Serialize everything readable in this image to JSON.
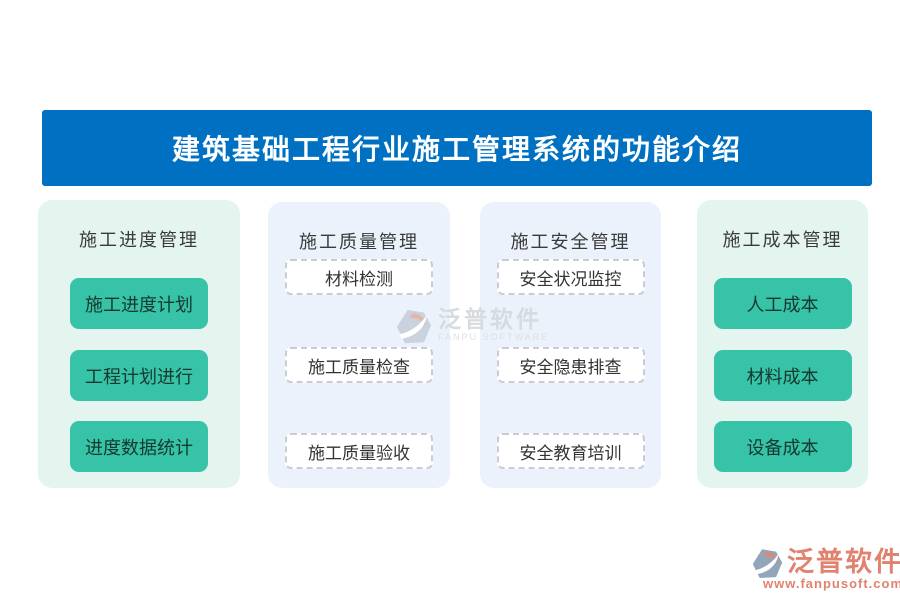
{
  "title": "建筑基础工程行业施工管理系统的功能介绍",
  "colors": {
    "banner_bg": "#0070c2",
    "banner_text": "#ffffff",
    "green_panel_bg": "#e4f5ef",
    "blue_panel_bg": "#ebf2fc",
    "solid_button_bg": "#37c3a7",
    "solid_button_text": "#15382f",
    "dashed_button_border": "#c9ccd2",
    "column_title_text": "#3a3a3a",
    "brand_salmon": "#e0826d",
    "watermark_grey": "#d7dade"
  },
  "columns": [
    {
      "title": "施工进度管理",
      "style": "solid",
      "items": [
        "施工进度计划",
        "工程计划进行",
        "进度数据统计"
      ]
    },
    {
      "title": "施工质量管理",
      "style": "dashed",
      "items": [
        "材料检测",
        "施工质量检查",
        "施工质量验收"
      ]
    },
    {
      "title": "施工安全管理",
      "style": "dashed",
      "items": [
        "安全状况监控",
        "安全隐患排查",
        "安全教育培训"
      ]
    },
    {
      "title": "施工成本管理",
      "style": "solid",
      "items": [
        "人工成本",
        "材料成本",
        "设备成本"
      ]
    }
  ],
  "watermark": {
    "brand": "泛普软件",
    "subtitle": "FANPU SOFTWARE"
  },
  "footer_logo": {
    "brand": "泛普软件",
    "url": "www.fanpusoft.com"
  }
}
